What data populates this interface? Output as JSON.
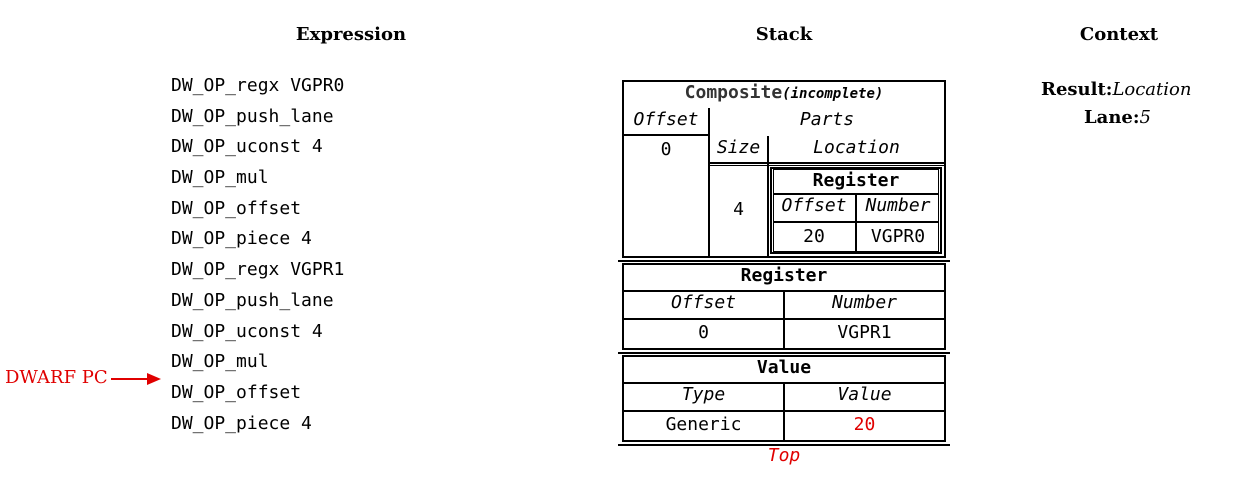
{
  "headers": {
    "expression": "Expression",
    "stack": "Stack",
    "context": "Context"
  },
  "expression_ops": [
    "DW_OP_regx VGPR0",
    "DW_OP_push_lane",
    "DW_OP_uconst 4",
    "DW_OP_mul",
    "DW_OP_offset",
    "DW_OP_piece 4",
    "DW_OP_regx VGPR1",
    "DW_OP_push_lane",
    "DW_OP_uconst 4",
    "DW_OP_mul",
    "DW_OP_offset",
    "DW_OP_piece 4"
  ],
  "dwarf_pc": {
    "label": "DWARF PC",
    "op_index": 10,
    "color": "#e00000"
  },
  "context": {
    "result_label": "Result:",
    "result_value": "Location",
    "lane_label": "Lane:",
    "lane_value": "5"
  },
  "stack": {
    "composite": {
      "title": "Composite",
      "subtitle": "(incomplete)",
      "offset_header": "Offset",
      "parts_header": "Parts",
      "offset_value": "0",
      "size_header": "Size",
      "location_header": "Location",
      "size_value": "4",
      "register": {
        "title": "Register",
        "offset_header": "Offset",
        "number_header": "Number",
        "offset_value": "20",
        "number_value": "VGPR0"
      }
    },
    "register": {
      "title": "Register",
      "offset_header": "Offset",
      "number_header": "Number",
      "offset_value": "0",
      "number_value": "VGPR1"
    },
    "value": {
      "title": "Value",
      "type_header": "Type",
      "value_header": "Value",
      "type_value": "Generic",
      "value_value": "20"
    },
    "top_label": "Top"
  }
}
